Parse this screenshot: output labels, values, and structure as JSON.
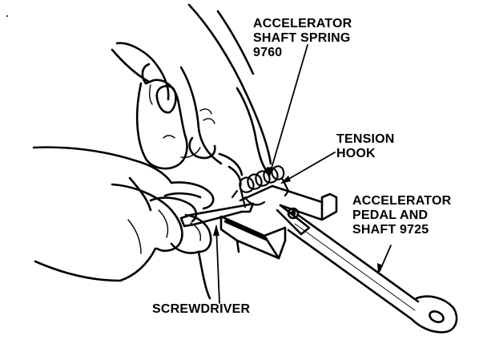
{
  "callouts": {
    "accelerator_shaft_spring": {
      "line1": "ACCELERATOR",
      "line2": "SHAFT SPRING",
      "line3": "9760"
    },
    "tension_hook": {
      "line1": "TENSION",
      "line2": "HOOK"
    },
    "accelerator_pedal_and_shaft": {
      "line1": "ACCELERATOR",
      "line2": "PEDAL AND",
      "line3": "SHAFT 9725"
    },
    "screwdriver": {
      "line1": "SCREWDRIVER"
    }
  },
  "colors": {
    "ink": "#000000",
    "paper": "#ffffff"
  }
}
